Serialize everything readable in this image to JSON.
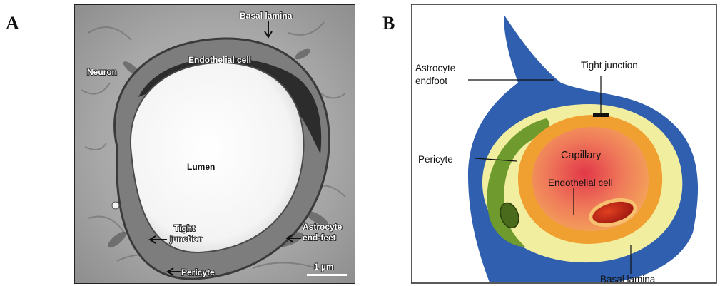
{
  "panels": {
    "a": {
      "letter": "A",
      "labels": {
        "basal_lamina": "Basal lamina",
        "endothelial_cell": "Endothelial cell",
        "neuron": "Neuron",
        "lumen": "Lumen",
        "tight_junction_line1": "Tight",
        "tight_junction_line2": "junction",
        "astrocyte_line1": "Astrocyte",
        "astrocyte_line2": "end-feet",
        "pericyte": "Pericyte",
        "scale_bar": "1 µm"
      }
    },
    "b": {
      "letter": "B",
      "labels": {
        "astrocyte_line1": "Astrocyte",
        "astrocyte_line2": "endfoot",
        "tight_junction": "Tight junction",
        "capillary": "Capillary",
        "pericyte": "Pericyte",
        "endothelial_cell": "Endothelial cell",
        "basal_lamina": "Basal lamina"
      },
      "colors": {
        "astrocyte": "#2f5fae",
        "basal_lamina": "#f2eea0",
        "pericyte": "#6e9a2e",
        "endothelial": "#f0a030",
        "capillary": "#e04850",
        "nucleus": "#c0281a"
      }
    }
  }
}
